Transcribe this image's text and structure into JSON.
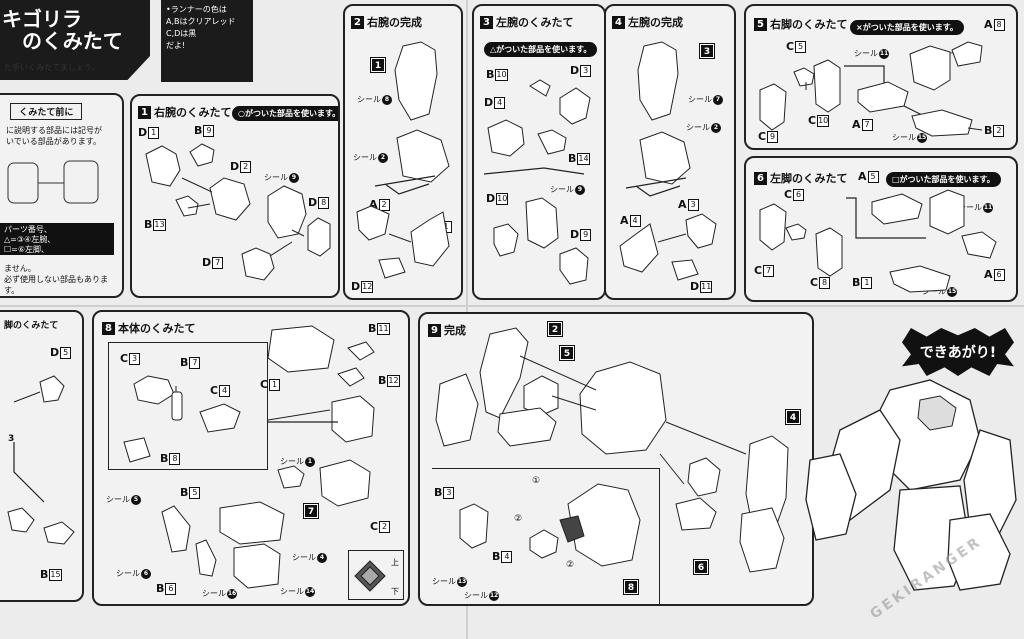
{
  "header": {
    "title_line1": "キゴリラ",
    "title_line2": "のくみたて",
    "title_sub": "た手いくみたてましょう。",
    "runner_note_lines": [
      "•ランナーの色は",
      "A,Bはクリアレッド",
      "C,Dは黒",
      "だよ!"
    ]
  },
  "left_edge": {
    "card_title": "くみたて前に",
    "card_text": [
      "に説明する部品には記号が",
      "いでいる部品があります。"
    ],
    "legend_text": [
      "パーツ番号、",
      "△=③④左腕、",
      "☐=⑥左脚、"
    ],
    "footnote": [
      "必ず使用しない部品もあります。",
      "ません。"
    ],
    "card2_title": "脚のくみたて",
    "card2_parts": [
      "D",
      "5",
      "B",
      "15"
    ],
    "card2_marker": "3"
  },
  "steps": [
    {
      "num": "1",
      "title": "右腕のくみたて",
      "note": "○がついた部品を使います。",
      "parts": [
        [
          "D",
          "1"
        ],
        [
          "B",
          "9"
        ],
        [
          "D",
          "2"
        ],
        [
          "B",
          "13"
        ],
        [
          "D",
          "8"
        ],
        [
          "D",
          "7"
        ]
      ],
      "seals": [
        [
          "シール",
          "9"
        ]
      ]
    },
    {
      "num": "2",
      "title": "右腕の完成",
      "parts": [
        [
          "A",
          "2"
        ],
        [
          "A",
          "1"
        ],
        [
          "D",
          "12"
        ]
      ],
      "seals": [
        [
          "シール",
          "8"
        ],
        [
          "シール",
          "2"
        ]
      ],
      "tag": "1"
    },
    {
      "num": "3",
      "title": "左腕のくみたて",
      "note": "△がついた部品を使います。",
      "parts": [
        [
          "B",
          "10"
        ],
        [
          "D",
          "3"
        ],
        [
          "D",
          "4"
        ],
        [
          "B",
          "14"
        ],
        [
          "D",
          "10"
        ],
        [
          "D",
          "9"
        ]
      ],
      "seals": [
        [
          "シール",
          "9"
        ]
      ]
    },
    {
      "num": "4",
      "title": "左腕の完成",
      "parts": [
        [
          "A",
          "4"
        ],
        [
          "A",
          "3"
        ],
        [
          "D",
          "11"
        ]
      ],
      "seals": [
        [
          "シール",
          "7"
        ],
        [
          "シール",
          "2"
        ]
      ],
      "tag": "3"
    },
    {
      "num": "5",
      "title": "右脚のくみたて",
      "note": "×がついた部品を使います。",
      "parts": [
        [
          "C",
          "5"
        ],
        [
          "A",
          "8"
        ],
        [
          "C",
          "9"
        ],
        [
          "C",
          "10"
        ],
        [
          "A",
          "7"
        ],
        [
          "B",
          "2"
        ]
      ],
      "seals": [
        [
          "シール",
          "11"
        ],
        [
          "シール",
          "15"
        ],
        [
          "シール",
          "11"
        ]
      ]
    },
    {
      "num": "6",
      "title": "左脚のくみたて",
      "note": "□がついた部品を使います。",
      "parts": [
        [
          "C",
          "6"
        ],
        [
          "A",
          "5"
        ],
        [
          "C",
          "7"
        ],
        [
          "C",
          "8"
        ],
        [
          "B",
          "1"
        ],
        [
          "A",
          "6"
        ]
      ],
      "seals": [
        [
          "シール",
          "11"
        ],
        [
          "シール",
          "15"
        ]
      ]
    },
    {
      "num": "8",
      "title": "本体のくみたて",
      "parts": [
        [
          "B",
          "11"
        ],
        [
          "C",
          "3"
        ],
        [
          "B",
          "7"
        ],
        [
          "C",
          "4"
        ],
        [
          "C",
          "1"
        ],
        [
          "B",
          "12"
        ],
        [
          "B",
          "8"
        ],
        [
          "B",
          "5"
        ],
        [
          "C",
          "2"
        ],
        [
          "B",
          "6"
        ]
      ],
      "seals": [
        [
          "シール",
          "1"
        ],
        [
          "シール",
          "5"
        ],
        [
          "シール",
          "6"
        ],
        [
          "シール",
          "4"
        ],
        [
          "シール",
          "16"
        ],
        [
          "シール",
          "14"
        ]
      ],
      "tag": "7",
      "dir_up": "上",
      "dir_down": "下"
    },
    {
      "num": "9",
      "title": "完成",
      "parts": [
        [
          "B",
          "3"
        ],
        [
          "B",
          "4"
        ]
      ],
      "seals": [
        [
          "シール",
          "13"
        ],
        [
          "シール",
          "12"
        ]
      ],
      "tags": [
        "2",
        "5",
        "4",
        "6",
        "8"
      ],
      "arrows": [
        "①",
        "②",
        "①",
        "②"
      ]
    }
  ],
  "finished": {
    "label": "できあがり!",
    "watermark": "GEKIRANGER"
  }
}
